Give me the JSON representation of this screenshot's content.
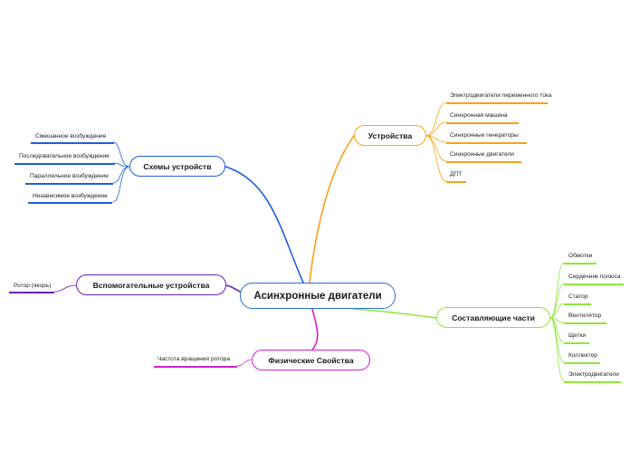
{
  "central": {
    "label": "Асинхронные двигатели",
    "color": "#2a6fcf"
  },
  "branches": {
    "devices": {
      "label": "Устройства",
      "color": "#f5a31a",
      "items": [
        "Электродвигатели переменного тока",
        "Синхронная машина",
        "Синхронные генераторы",
        "Синхронные двигатели",
        "ДПТ"
      ]
    },
    "schemes": {
      "label": "Схемы устройств",
      "color": "#1f5fd6",
      "items": [
        "Смешанное возбуждение",
        "Последовательное возбуждение",
        "Параллельное возбуждение",
        "Независимое возбуждение"
      ]
    },
    "auxiliary": {
      "label": "Вспомогательные устройства",
      "color": "#6a1fb8",
      "items": [
        "Ротор (якорь)"
      ]
    },
    "physical": {
      "label": "Физические Свойства",
      "color": "#d61fcf",
      "items": [
        "Частота вращения ротора"
      ]
    },
    "components": {
      "label": "Составляющие части",
      "color": "#8ee63a",
      "items": [
        "Обмотки",
        "Сердечник полюса",
        "Статор",
        "Вентилятор",
        "Щетки",
        "Коллектор",
        "Электродвигатели"
      ]
    }
  }
}
